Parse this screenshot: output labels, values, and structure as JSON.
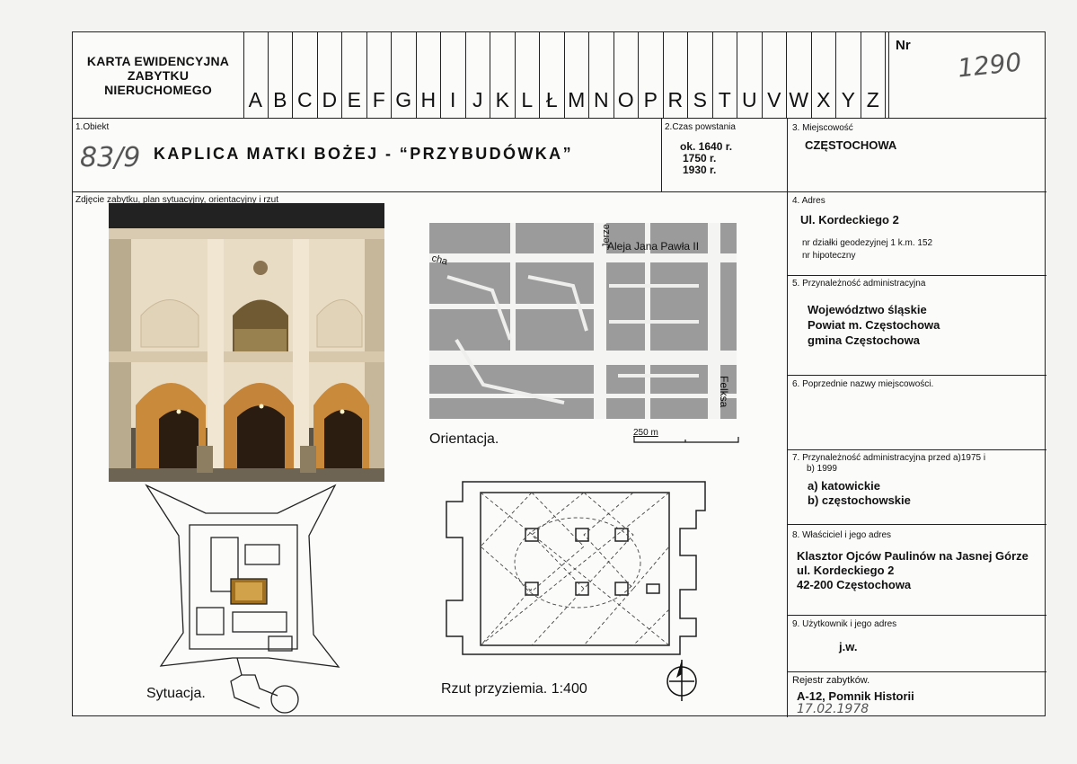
{
  "header": {
    "title_lines": [
      "KARTA EWIDENCYJNA",
      "ZABYTKU",
      "NIERUCHOMEGO"
    ],
    "letters": [
      "A",
      "B",
      "C",
      "D",
      "E",
      "F",
      "G",
      "H",
      "I",
      "J",
      "K",
      "L",
      "Ł",
      "M",
      "N",
      "O",
      "P",
      "R",
      "S",
      "T",
      "U",
      "V",
      "W",
      "X",
      "Y",
      "Z"
    ],
    "nr_label": "Nr",
    "nr_value": "1290"
  },
  "field1": {
    "label": "1.Obiekt",
    "number": "83/9",
    "name": "KAPLICA MATKI BOŻEJ - “PRZYBUDÓWKA”"
  },
  "field2": {
    "label": "2.Czas powstania",
    "dates": [
      "ok. 1640 r.",
      "1750 r.",
      "1930 r."
    ]
  },
  "field3": {
    "label": "3. Miejscowość",
    "value": "CZĘSTOCHOWA"
  },
  "photo_section": {
    "label": "Zdjęcie zabytku, plan sytuacyjny, orientacyjny i rzut"
  },
  "field4": {
    "label": "4. Adres",
    "value": "Ul. Kordeckiego 2",
    "parcel": "nr działki geodezyjnej 1 k.m. 152",
    "mortgage": "nr hipoteczny"
  },
  "field5": {
    "label": "5. Przynależność administracyjna",
    "lines": [
      "Województwo śląskie",
      "Powiat m. Częstochowa",
      "gmina Częstochowa"
    ]
  },
  "field6": {
    "label": "6. Poprzednie nazwy miejscowości."
  },
  "field7": {
    "label_line1": "7. Przynależność administracyjna przed  a)1975 i",
    "label_line2": "b) 1999",
    "lines": [
      "a) katowickie",
      "b) częstochowskie"
    ]
  },
  "field8": {
    "label": "8. Właściciel i jego adres",
    "lines": [
      "Klasztor Ojców Paulinów na Jasnej Górze",
      "ul. Kordeckiego 2",
      "42-200 Częstochowa"
    ]
  },
  "field9": {
    "label": "9. Użytkownik i jego adres",
    "value": "j.w."
  },
  "register": {
    "label": "Rejestr zabytków.",
    "value": "A-12, Pomnik Historii",
    "date": "17.02.1978"
  },
  "map": {
    "street1": "Aleja Jana Pawła II",
    "street2": "Jerze",
    "street3": "Felksa",
    "street4": "cha",
    "scale": "250 m",
    "caption": "Orientacja."
  },
  "captions": {
    "situation": "Sytuacja.",
    "plan": "Rzut przyziemia. 1:400"
  },
  "colors": {
    "paper": "#fbfbfa",
    "line": "#222222",
    "photo_sky": "#2a2a2a",
    "facade": "#e9dcc4",
    "warm_light": "#c98a3c",
    "map_bg": "#9b9b9b"
  }
}
